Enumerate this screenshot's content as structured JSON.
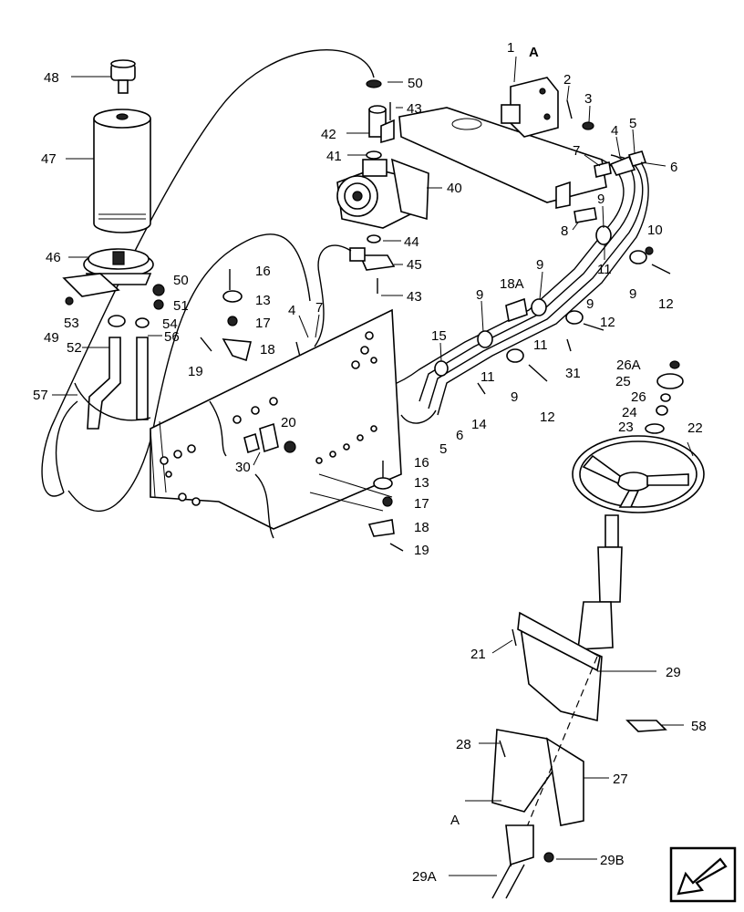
{
  "diagram": {
    "callouts": [
      {
        "id": "c1",
        "text": "1"
      },
      {
        "id": "cA1",
        "text": "A"
      },
      {
        "id": "c2",
        "text": "2"
      },
      {
        "id": "c3",
        "text": "3"
      },
      {
        "id": "c4a",
        "text": "4"
      },
      {
        "id": "c5a",
        "text": "5"
      },
      {
        "id": "c6a",
        "text": "6"
      },
      {
        "id": "c7a",
        "text": "7"
      },
      {
        "id": "c8",
        "text": "8"
      },
      {
        "id": "c9a",
        "text": "9"
      },
      {
        "id": "c10",
        "text": "10"
      },
      {
        "id": "c11a",
        "text": "11"
      },
      {
        "id": "c9b",
        "text": "9"
      },
      {
        "id": "c12a",
        "text": "12"
      },
      {
        "id": "c9c",
        "text": "9"
      },
      {
        "id": "c18A",
        "text": "18A"
      },
      {
        "id": "c9d",
        "text": "9"
      },
      {
        "id": "c9e",
        "text": "9"
      },
      {
        "id": "c12b",
        "text": "12"
      },
      {
        "id": "c11b",
        "text": "11"
      },
      {
        "id": "c15",
        "text": "15"
      },
      {
        "id": "c11c",
        "text": "11"
      },
      {
        "id": "c31",
        "text": "31"
      },
      {
        "id": "c9f",
        "text": "9"
      },
      {
        "id": "c12c",
        "text": "12"
      },
      {
        "id": "c14",
        "text": "14"
      },
      {
        "id": "c6b",
        "text": "6"
      },
      {
        "id": "c5b",
        "text": "5"
      },
      {
        "id": "c26A",
        "text": "26A"
      },
      {
        "id": "c25",
        "text": "25"
      },
      {
        "id": "c26",
        "text": "26"
      },
      {
        "id": "c24",
        "text": "24"
      },
      {
        "id": "c23",
        "text": "23"
      },
      {
        "id": "c22",
        "text": "22"
      },
      {
        "id": "c48",
        "text": "48"
      },
      {
        "id": "c50a",
        "text": "50"
      },
      {
        "id": "c43a",
        "text": "43"
      },
      {
        "id": "c42",
        "text": "42"
      },
      {
        "id": "c41",
        "text": "41"
      },
      {
        "id": "c40",
        "text": "40"
      },
      {
        "id": "c47",
        "text": "47"
      },
      {
        "id": "c44",
        "text": "44"
      },
      {
        "id": "c46",
        "text": "46"
      },
      {
        "id": "c45",
        "text": "45"
      },
      {
        "id": "c50b",
        "text": "50"
      },
      {
        "id": "c43b",
        "text": "43"
      },
      {
        "id": "c51",
        "text": "51"
      },
      {
        "id": "c49",
        "text": "49"
      },
      {
        "id": "c53",
        "text": "53"
      },
      {
        "id": "c54",
        "text": "54"
      },
      {
        "id": "c52",
        "text": "52"
      },
      {
        "id": "c56",
        "text": "56"
      },
      {
        "id": "c57",
        "text": "57"
      },
      {
        "id": "c16a",
        "text": "16"
      },
      {
        "id": "c13a",
        "text": "13"
      },
      {
        "id": "c4b",
        "text": "4"
      },
      {
        "id": "c7b",
        "text": "7"
      },
      {
        "id": "c17a",
        "text": "17"
      },
      {
        "id": "c18a",
        "text": "18"
      },
      {
        "id": "c19a",
        "text": "19"
      },
      {
        "id": "c20",
        "text": "20"
      },
      {
        "id": "c30",
        "text": "30"
      },
      {
        "id": "c16b",
        "text": "16"
      },
      {
        "id": "c13b",
        "text": "13"
      },
      {
        "id": "c17b",
        "text": "17"
      },
      {
        "id": "c18b",
        "text": "18"
      },
      {
        "id": "c19b",
        "text": "19"
      },
      {
        "id": "c21",
        "text": "21"
      },
      {
        "id": "c29",
        "text": "29"
      },
      {
        "id": "c58",
        "text": "58"
      },
      {
        "id": "c28",
        "text": "28"
      },
      {
        "id": "c27",
        "text": "27"
      },
      {
        "id": "cA2",
        "text": "A"
      },
      {
        "id": "c29B",
        "text": "29B"
      },
      {
        "id": "c29A",
        "text": "29A"
      }
    ]
  }
}
